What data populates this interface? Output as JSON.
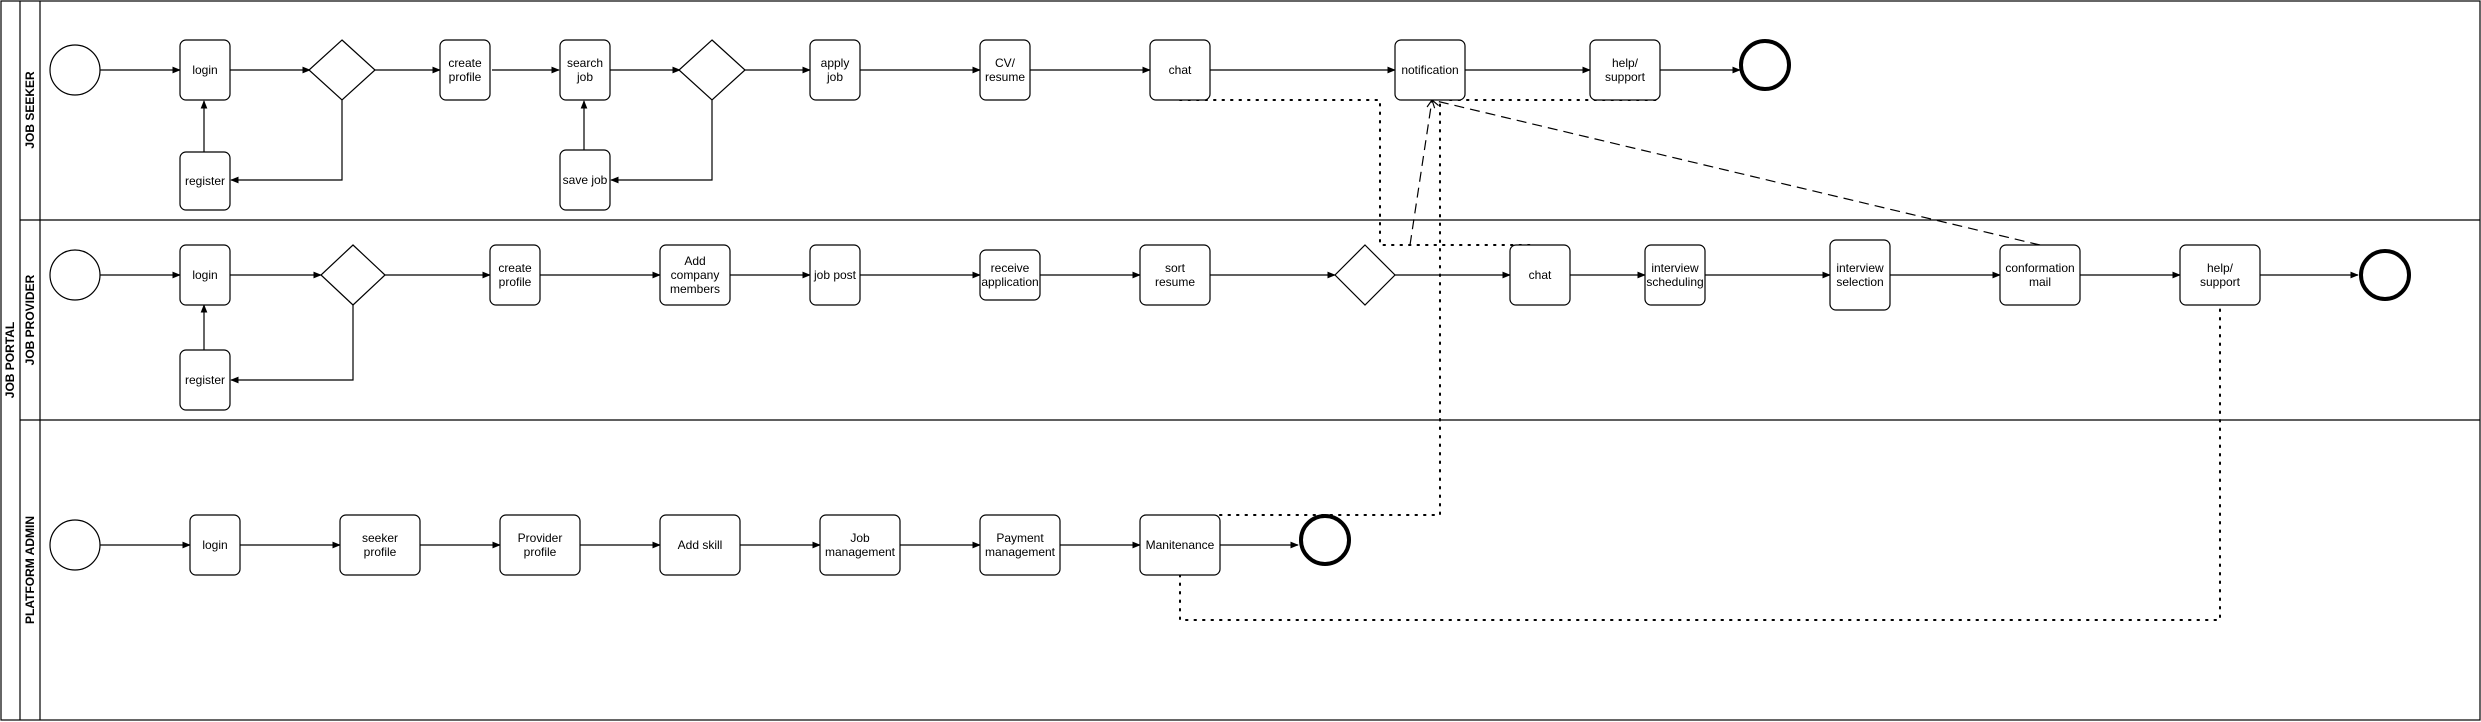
{
  "pool": {
    "title": "JOB PORTAL"
  },
  "lanes": {
    "seeker": "JOB SEEKER",
    "provider": "JOB PROVIDER",
    "admin": "PLATFORM ADMIN"
  },
  "tasks": {
    "seeker_login": "login",
    "seeker_register": "register",
    "create_profile": "create|profile",
    "search_job": "search|job",
    "save_job": "save job",
    "apply_job": "apply|job",
    "cv_resume": "CV/|resume",
    "seeker_chat": "chat",
    "notification": "notification",
    "seeker_help": "help/|support",
    "provider_login": "login",
    "provider_register": "register",
    "provider_create_profile": "create|profile",
    "add_company_members": "Add|company|members",
    "job_post": "job post",
    "receive_application": "receive|application",
    "sort_resume": "sort|resume",
    "provider_chat": "chat",
    "interview_scheduling": "interview|scheduling",
    "interview_selection": "interview|selection",
    "conformation_mail": "conformation|mail",
    "provider_help": "help/|support",
    "admin_login": "login",
    "seeker_profile": "seeker|profile",
    "provider_profile": "Provider|profile",
    "add_skill": "Add skill",
    "job_management": "Job|management",
    "payment_management": "Payment|management",
    "maintenance": "Manitenance"
  }
}
